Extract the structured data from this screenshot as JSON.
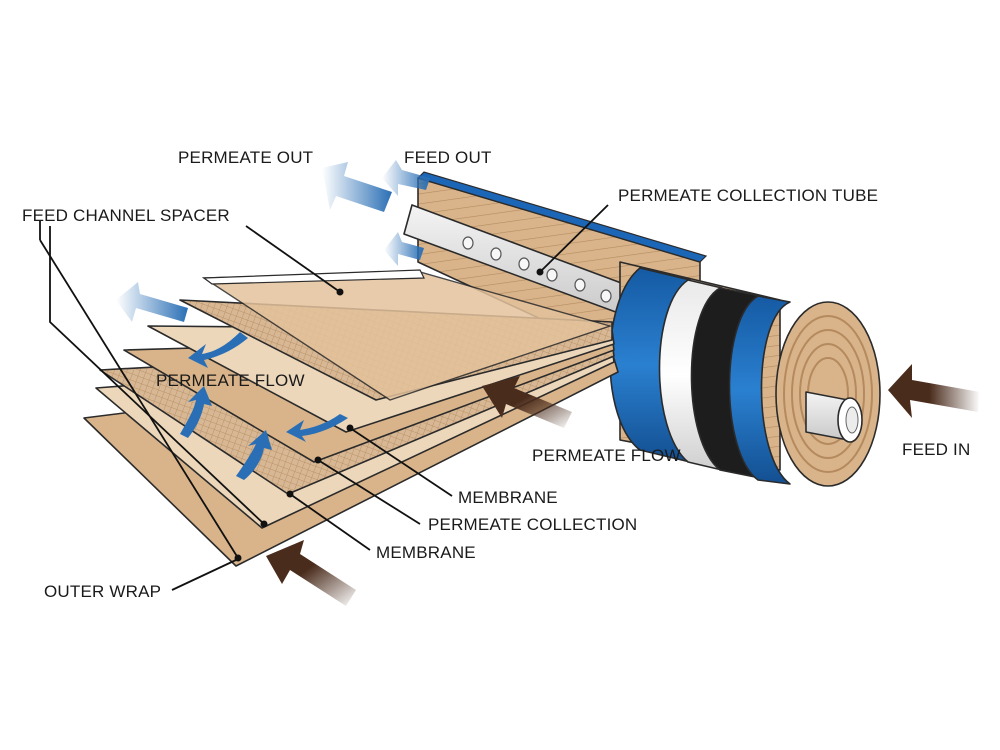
{
  "labels": {
    "permeate_out": "PERMEATE OUT",
    "feed_out": "FEED OUT",
    "permeate_collection_tube": "PERMEATE COLLECTION TUBE",
    "feed_channel_spacer": "FEED CHANNEL SPACER",
    "permeate_flow_left": "PERMEATE FLOW",
    "permeate_flow_right": "PERMEATE FLOW",
    "feed_in": "FEED IN",
    "membrane_top": "MEMBRANE",
    "permeate_collection": "PERMEATE COLLECTION",
    "membrane_bottom": "MEMBRANE",
    "outer_wrap": "OUTER WRAP"
  },
  "colors": {
    "sheet_tan": "#d9b48a",
    "sheet_tan_dark": "#c49a6c",
    "membrane_light": "#ecd7bb",
    "blue_band": "#1c66b8",
    "black_band": "#1d1d1d",
    "flow_arrow_blue": "#2a6fb5",
    "feed_arrow_brown": "#4a2c1c"
  }
}
